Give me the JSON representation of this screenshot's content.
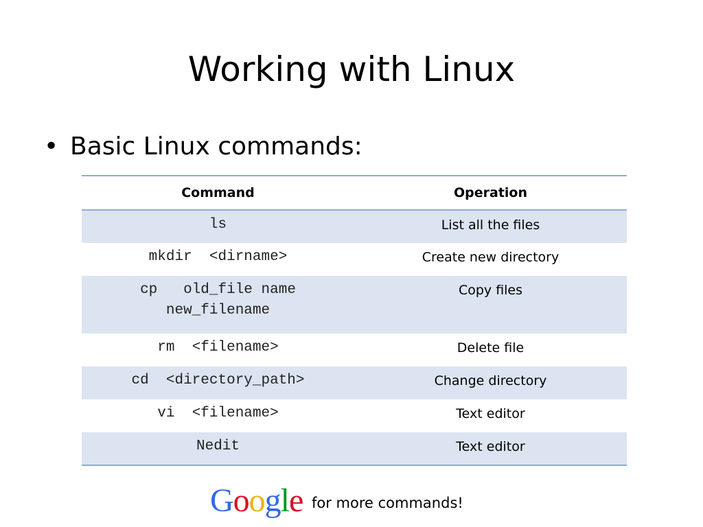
{
  "slide": {
    "title": "Working with Linux",
    "bullet_symbol": "•",
    "bullet_text": "Basic Linux commands:"
  },
  "table": {
    "headers": [
      "Command",
      "Operation"
    ],
    "rows": [
      {
        "command": "ls",
        "operation": "List all the files"
      },
      {
        "command": "mkdir  <dirname>",
        "operation": "Create new directory"
      },
      {
        "command": "cp   old_file name new_filename",
        "operation": "Copy files"
      },
      {
        "command": "rm  <filename>",
        "operation": "Delete file"
      },
      {
        "command": "cd  <directory_path>",
        "operation": "Change directory"
      },
      {
        "command": "vi  <filename>",
        "operation": "Text editor"
      },
      {
        "command": "Nedit",
        "operation": "Text editor"
      }
    ],
    "colors": {
      "alt_row": "#dce4f1",
      "border": "#8eaadb"
    }
  },
  "footer": {
    "logo": {
      "letters": [
        "G",
        "o",
        "o",
        "g",
        "l",
        "e"
      ],
      "colors": [
        "#3369e8",
        "#d50f25",
        "#eeb211",
        "#3369e8",
        "#009925",
        "#d50f25"
      ]
    },
    "text": "for more commands!"
  }
}
